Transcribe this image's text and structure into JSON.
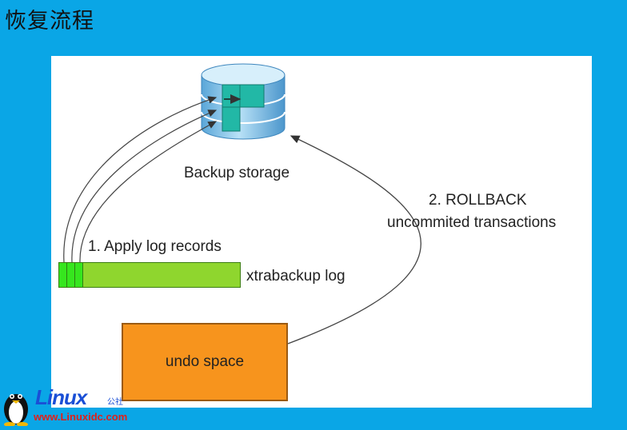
{
  "page": {
    "title": "恢复流程"
  },
  "diagram": {
    "storage_label": "Backup storage",
    "step1_label": "1. Apply log records",
    "log_label": "xtrabackup log",
    "step2_line1": "2. ROLLBACK",
    "step2_line2": "uncommited transactions",
    "undo_label": "undo space"
  },
  "watermark": {
    "brand": "Linux",
    "brand_sub": "公社",
    "url": "www.Linuxidc.com"
  },
  "colors": {
    "background": "#0aa6e6",
    "panel": "#ffffff",
    "log_bar": "#8fd62e",
    "undo_box": "#f7941d",
    "database": "#7fc3ea"
  }
}
